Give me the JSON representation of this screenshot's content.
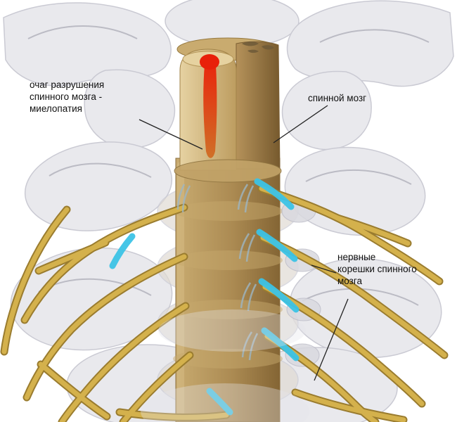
{
  "diagram": {
    "background": "#ffffff",
    "labels": {
      "lesion": {
        "line1": "очаг разрушения",
        "line2": "спинного мозга -",
        "line3": "миелопатия"
      },
      "cord": {
        "text": "спинной мозг"
      },
      "roots": {
        "line1": "нервные",
        "line2": "корешки спинного",
        "line3": "мозга"
      }
    },
    "colors": {
      "lesion_red": "#e8200a",
      "lesion_streak": "#d96a22",
      "cord_outer": "#a9874f",
      "cord_inner": "#dcc491",
      "nerve_yellow": "#d4b14c",
      "nerve_outline": "#9a7c2f",
      "root_cyan": "#3cc3e6",
      "rootlet_gray_blue": "#9db6c4",
      "bone": "#e8e8ec",
      "bone_edge": "#c6c6d0",
      "pointer_line": "#222222",
      "text": "#101010"
    }
  }
}
